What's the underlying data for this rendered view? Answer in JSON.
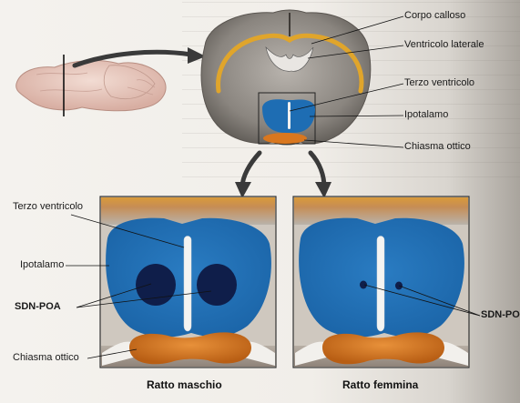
{
  "labels": {
    "corpo_calloso": "Corpo calloso",
    "ventricolo_laterale": "Ventricolo laterale",
    "terzo_ventricolo_top": "Terzo ventricolo",
    "ipotalamo_top": "Ipotalamo",
    "chiasma_ottico_top": "Chiasma ottico",
    "terzo_ventricolo_left": "Terzo ventricolo",
    "ipotalamo_left": "Ipotalamo",
    "sdn_poa_left": "SDN-POA",
    "chiasma_ottico_left": "Chiasma ottico",
    "sdn_poa_right": "SDN-POA"
  },
  "captions": {
    "male": "Ratto maschio",
    "female": "Ratto femmina"
  },
  "colors": {
    "hypothalamus": "#1d6fb5",
    "sdn_male": "#0f1e4a",
    "chiasm": "#d9771f",
    "corpus_callosum": "#e0a52b",
    "brain_gray": "#8c8782",
    "rat_body": "#e8c9c0"
  }
}
